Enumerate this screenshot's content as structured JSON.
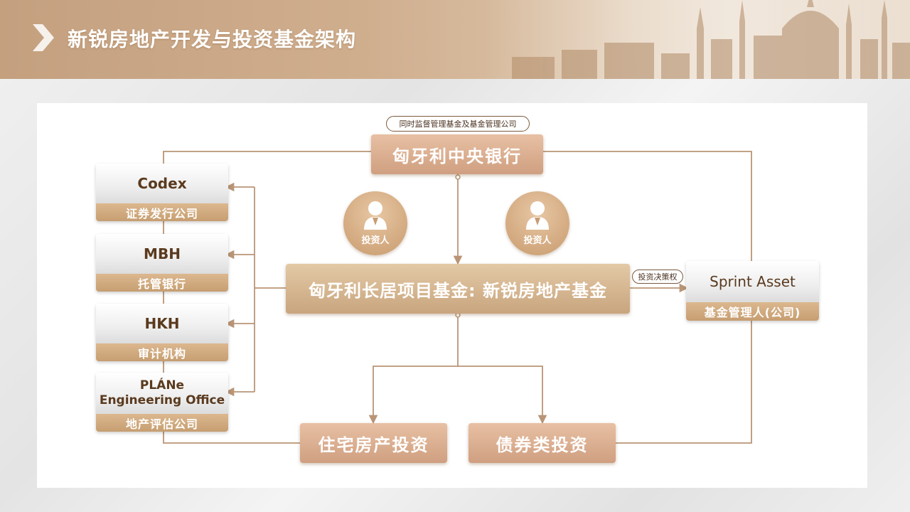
{
  "header": {
    "title": "新锐房地产开发与投资基金架构"
  },
  "diagram": {
    "supervision_note": "同时监督管理基金及基金管理公司",
    "central_bank": "匈牙利中央银行",
    "investors": [
      {
        "label": "投资人"
      },
      {
        "label": "投资人"
      }
    ],
    "fund": "匈牙利长居项目基金: 新锐房地产基金",
    "decision_note": "投资决策权",
    "manager": {
      "name": "Sprint Asset",
      "role": "基金管理人(公司)"
    },
    "service_providers": [
      {
        "name": "Codex",
        "role": "证券发行公司"
      },
      {
        "name": "MBH",
        "role": "托管银行"
      },
      {
        "name": "HKH",
        "role": "审计机构"
      },
      {
        "name": "PLÁNe\nEngineering Office",
        "role": "地产评估公司"
      }
    ],
    "investments": [
      "住宅房产投资",
      "债券类投资"
    ]
  },
  "colors": {
    "header_gold": "#c4a07f",
    "line": "#b99576",
    "box_gold": "#d0a982",
    "box_salmon": "#cf9f80",
    "card_text": "#5a3a1e"
  }
}
